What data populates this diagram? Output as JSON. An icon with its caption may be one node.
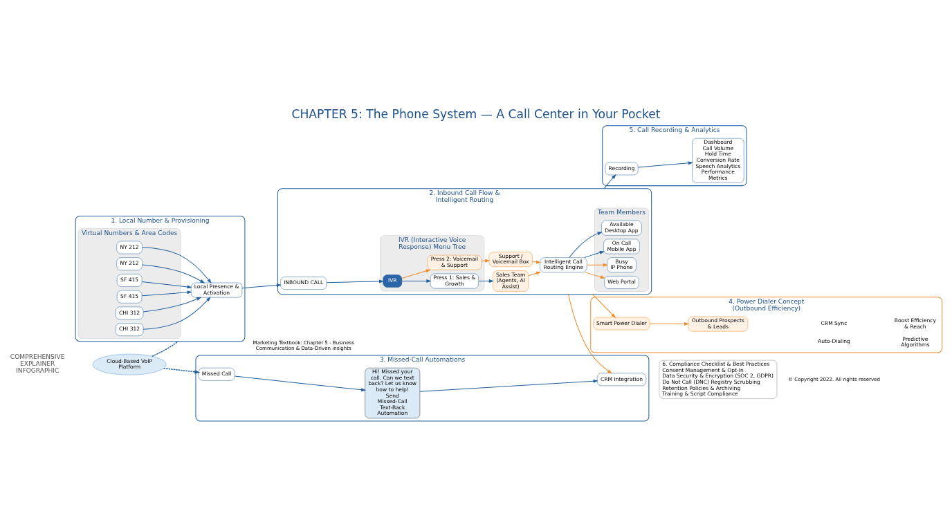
{
  "diagram": {
    "title": "CHAPTER 5: The Phone System — A Call Center in Your Pocket",
    "nodes": [
      {
        "text": [
          "Cloud-Based VoIP Platform"
        ]
      },
      {
        "text": [
          "1. Local Number & Provisioning"
        ]
      },
      {
        "text": [
          "Virtual Numbers & Area Codes"
        ],
        "in": 1
      },
      {
        "text": [
          "NY 212"
        ],
        "in": 2
      },
      {
        "text": [
          "NY 212"
        ],
        "in": 2
      },
      {
        "text": [
          "SF 415"
        ],
        "in": 2
      },
      {
        "text": [
          "SF 415"
        ],
        "in": 2
      },
      {
        "text": [
          "CHI 312"
        ],
        "in": 2
      },
      {
        "text": [
          "CHI 312"
        ],
        "in": 2
      },
      {
        "text": [
          "Local Presence & Activation"
        ],
        "in": 1
      },
      {
        "text": [
          "2. Inbound Call Flow & Intelligent Routing"
        ]
      },
      {
        "text": [
          "INBOUND CALL"
        ],
        "in": 10
      },
      {
        "text": [
          "IVR (Interactive Voice Response) Menu Tree"
        ],
        "in": 10
      },
      {
        "text": [
          "IVR"
        ],
        "in": 12
      },
      {
        "text": [
          "Press 1: Sales & Growth"
        ],
        "in": 12
      },
      {
        "text": [
          "Press 2: Voicemail & Support"
        ],
        "in": 12
      },
      {
        "text": [
          "Sales Team (Agents, AI Assist)"
        ],
        "in": 10
      },
      {
        "text": [
          "Support / Voicemail Box"
        ],
        "in": 10
      },
      {
        "text": [
          "Intelligent Call Routing Engine"
        ],
        "in": 10
      },
      {
        "text": [
          "Team Members"
        ],
        "in": 10
      },
      {
        "text": [
          "Available",
          "Desktop App"
        ],
        "in": 19
      },
      {
        "text": [
          "On Call",
          "Mobile App"
        ],
        "in": 19
      },
      {
        "text": [
          "Busy",
          "IP Phone"
        ],
        "in": 19
      },
      {
        "text": [
          "Web Portal"
        ],
        "in": 19
      },
      {
        "text": [
          "3. Missed-Call Automations"
        ]
      },
      {
        "text": [
          "Missed Call"
        ],
        "in": 24
      },
      {
        "text": [
          "Hi! Missed your call. Can we text back? Let us know how to help!",
          "Send",
          "Missed-Call Text-Back Automation"
        ],
        "in": 24
      },
      {
        "text": [
          "CRM Integration"
        ],
        "in": 24
      },
      {
        "text": [
          "4. Power Dialer Concept (Outbound Efficiency)"
        ]
      },
      {
        "text": [
          "Smart Power Dialer"
        ],
        "in": 28
      },
      {
        "text": [
          "Outbound Prospects & Leads"
        ],
        "in": 28
      },
      {
        "text": [
          "5. Call Recording & Analytics"
        ]
      },
      {
        "text": [
          "Recording"
        ],
        "in": 31
      },
      {
        "text": [
          "Dashboard",
          "Call Volume",
          "Hold Time",
          "Conversion Rate",
          "Speech Analytics",
          "Performance Metrics"
        ],
        "in": 31
      },
      {
        "text": [
          "6. Compliance Checklist & Best Practices",
          "Consent Management & Opt-In",
          "Data Security & Encryption (SOC 2, GDPR)",
          "Do Not Call (DNC) Registry Scrubbing",
          "Retention Policies & Archiving",
          "Training & Script Compliance"
        ]
      }
    ],
    "edges": [
      {
        "from": 0,
        "to": 1,
        "arrow": "none",
        "style": "dashed"
      },
      {
        "from": 0,
        "to": 25,
        "arrow": "to",
        "style": "dashed"
      },
      {
        "from": 3,
        "to": 9,
        "arrow": "to"
      },
      {
        "from": 4,
        "to": 9,
        "arrow": "to"
      },
      {
        "from": 5,
        "to": 9,
        "arrow": "to"
      },
      {
        "from": 6,
        "to": 9,
        "arrow": "to"
      },
      {
        "from": 7,
        "to": 9,
        "arrow": "to"
      },
      {
        "from": 8,
        "to": 9,
        "arrow": "to"
      },
      {
        "from": 9,
        "to": 11,
        "arrow": "to"
      },
      {
        "from": 11,
        "to": 13,
        "arrow": "to"
      },
      {
        "from": 13,
        "to": 14,
        "arrow": "to"
      },
      {
        "from": 13,
        "to": 15,
        "arrow": "to",
        "color": "#f08a24"
      },
      {
        "from": 14,
        "to": 16,
        "arrow": "to"
      },
      {
        "from": 16,
        "to": 18,
        "arrow": "to",
        "color": "#f08a24"
      },
      {
        "from": 15,
        "to": 17,
        "arrow": "to",
        "color": "#f08a24"
      },
      {
        "from": 17,
        "to": 18,
        "arrow": "to",
        "color": "#f08a24"
      },
      {
        "from": 18,
        "to": 20,
        "arrow": "to"
      },
      {
        "from": 18,
        "to": 21,
        "arrow": "to"
      },
      {
        "from": 18,
        "to": 22,
        "arrow": "to",
        "color": "#f08a24"
      },
      {
        "from": 18,
        "to": 23,
        "arrow": "to",
        "color": "#f08a24"
      },
      {
        "from": 10,
        "to": 29,
        "arrow": "to",
        "color": "#f08a24"
      },
      {
        "from": 10,
        "to": 32,
        "arrow": "to"
      },
      {
        "from": 10,
        "to": 27,
        "arrow": "to",
        "color": "#f08a24"
      },
      {
        "from": 25,
        "to": 26,
        "arrow": "to"
      },
      {
        "from": 26,
        "to": 27,
        "arrow": "to"
      },
      {
        "from": 29,
        "to": 30,
        "arrow": "to",
        "color": "#f08a24"
      },
      {
        "from": 32,
        "to": 33,
        "arrow": "to"
      }
    ],
    "labels": [
      "COMPREHENSIVE EXPLAINER INFOGRAPHIC",
      "Auto-Dialing",
      "Predictive Algorithms",
      "CRM Sync",
      "Boost Efficiency & Reach",
      "Marketing Textbook: Chapter 5 - Business Communication & Data-Driven insights",
      "© Copyright 2022. All rights reserved"
    ]
  }
}
